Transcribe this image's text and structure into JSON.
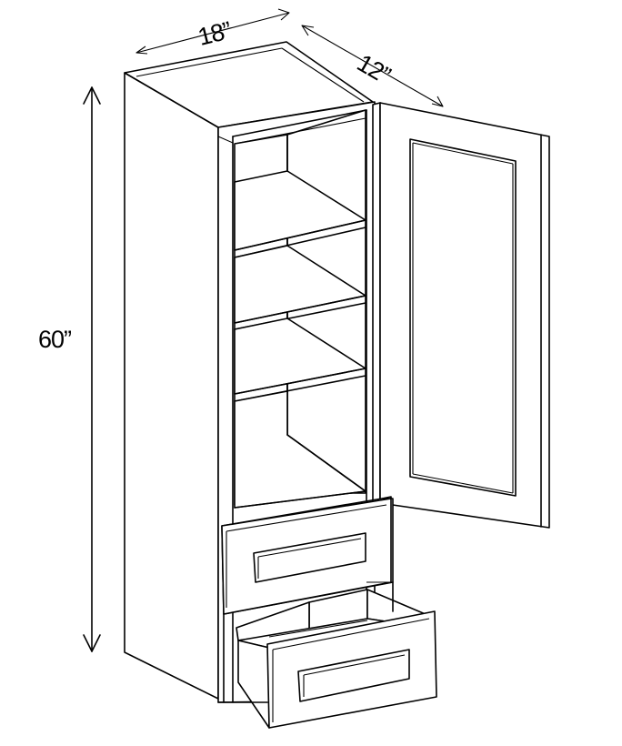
{
  "diagram": {
    "dimensions": {
      "width": "18”",
      "depth": "12”",
      "height": "60”"
    }
  }
}
